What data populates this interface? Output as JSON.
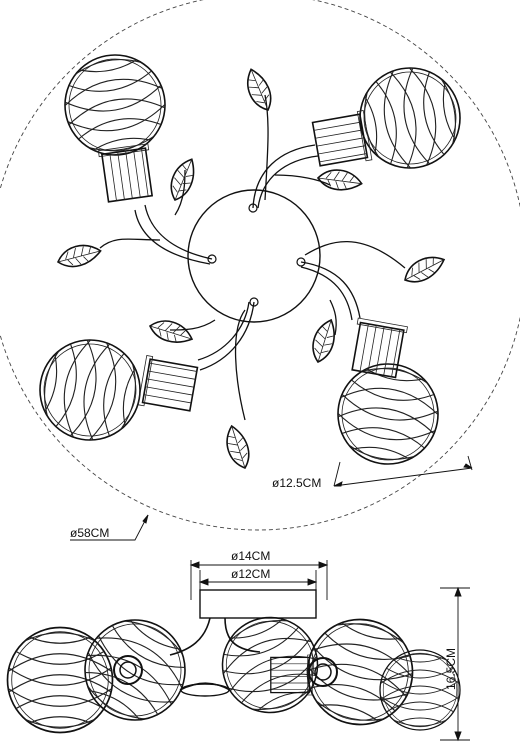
{
  "dimensions": {
    "outer_diameter": "ø58CM",
    "shade_diameter": "ø12.5CM",
    "base_outer": "ø14CM",
    "base_inner": "ø12CM",
    "height": "16.5CM"
  }
}
